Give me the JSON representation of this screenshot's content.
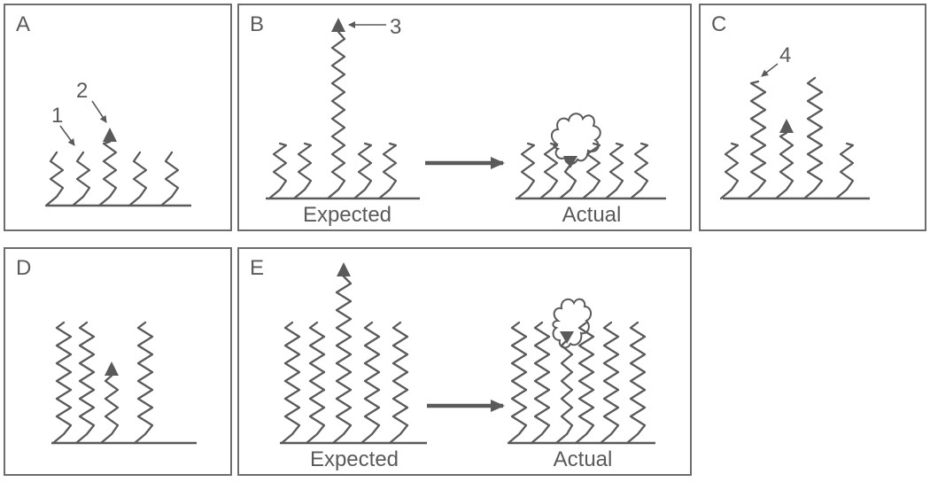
{
  "panels": {
    "a": {
      "letter": "A"
    },
    "b": {
      "letter": "B"
    },
    "c": {
      "letter": "C"
    },
    "d": {
      "letter": "D"
    },
    "e": {
      "letter": "E"
    }
  },
  "labels": {
    "callout_1": "1",
    "callout_2": "2",
    "callout_3": "3",
    "callout_4": "4"
  },
  "captions": {
    "b_expected": "Expected",
    "b_actual": "Actual",
    "e_expected": "Expected",
    "e_actual": "Actual"
  },
  "colors": {
    "stroke": "#5a5a5a",
    "border": "#6d6d6d",
    "background": "#ffffff"
  }
}
